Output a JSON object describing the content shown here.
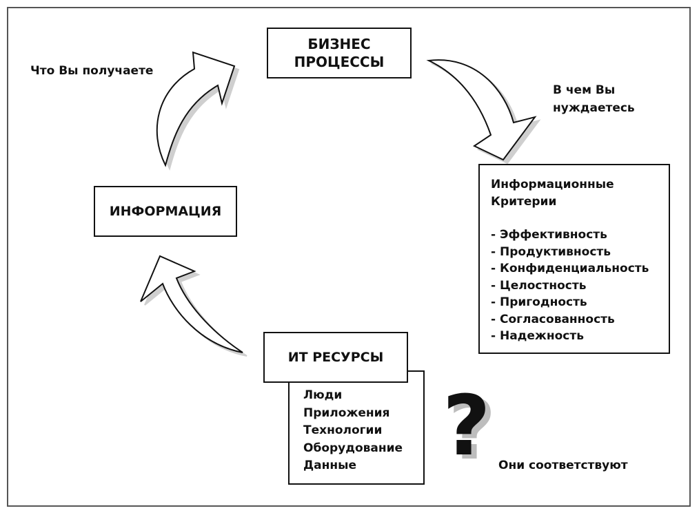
{
  "boxes": {
    "business_processes": "БИЗНЕС\nПРОЦЕССЫ",
    "information": "ИНФОРМАЦИЯ",
    "it_resources": "ИТ РЕСУРСЫ"
  },
  "criteria": {
    "title": "Информационные\nКритерии",
    "items": [
      "- Эффективность",
      "- Продуктивность",
      "- Конфиденциальность",
      "- Целостность",
      "- Пригодность",
      "- Согласованность",
      "- Надежность"
    ]
  },
  "resources": [
    "Люди",
    "Приложения",
    "Технологии",
    "Оборудование",
    "Данные"
  ],
  "labels": {
    "what_you_get": "Что Вы получаете",
    "what_you_need": "В чем Вы\nнуждаетесь",
    "do_they_match": "Они соответствуют"
  },
  "symbols": {
    "question_mark": "?"
  }
}
